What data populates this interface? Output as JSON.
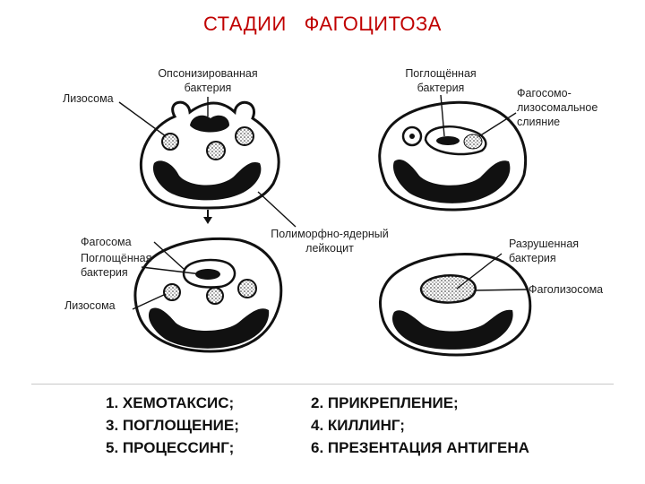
{
  "title": "СТАДИИ   ФАГОЦИТОЗА",
  "labels": {
    "opsonized_line1": "Опсонизированная",
    "opsonized_line2": "бактерия",
    "lysosome_top": "Лизосома",
    "engulfed_top_line1": "Поглощённая",
    "engulfed_top_line2": "бактерия",
    "fusion_line1": "Фагосомо-",
    "fusion_line2": "лизосомальное",
    "fusion_line3": "слияние",
    "pmn_line1": "Полиморфно-ядерный",
    "pmn_line2": "лейкоцит",
    "phagosome": "Фагосома",
    "engulfed_bottom_line1": "Поглощённая",
    "engulfed_bottom_line2": "бактерия",
    "lysosome_bottom": "Лизосома",
    "destroyed_line1": "Разрушенная",
    "destroyed_line2": "бактерия",
    "phagolysosome": "Фаголизосома"
  },
  "stages": [
    "1. ХЕМОТАКСИС;",
    "2. ПРИКРЕПЛЕНИЕ;",
    "3. ПОГЛОЩЕНИЕ;",
    "4. КИЛЛИНГ;",
    "5. ПРОЦЕССИНГ;",
    "6. ПРЕЗЕНТАЦИЯ АНТИГЕНА"
  ],
  "colors": {
    "title": "#c00000",
    "ink": "#111111"
  }
}
